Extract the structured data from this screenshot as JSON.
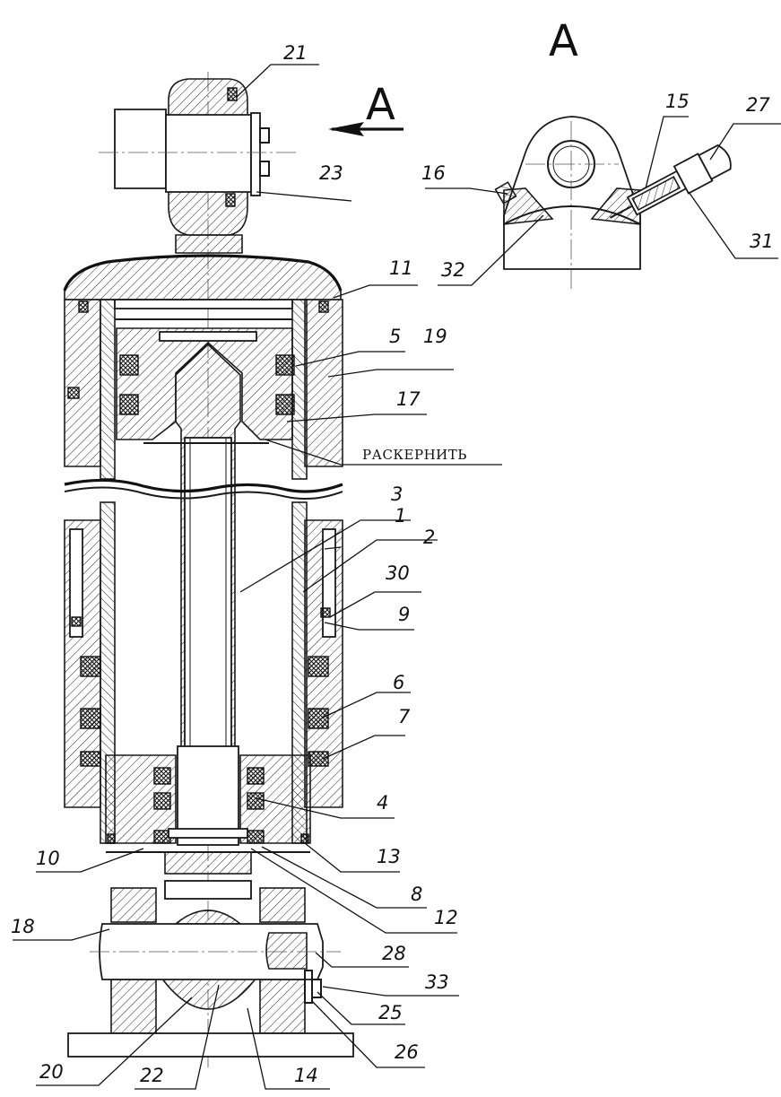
{
  "view_labels": {
    "section_arrow": "A",
    "detail_view": "A"
  },
  "note": "РАСКЕРНИТЬ",
  "callouts": [
    {
      "id": "c21",
      "text": "21"
    },
    {
      "id": "c23",
      "text": "23"
    },
    {
      "id": "c11",
      "text": "11"
    },
    {
      "id": "c5",
      "text": "5"
    },
    {
      "id": "c19",
      "text": "19"
    },
    {
      "id": "c17",
      "text": "17"
    },
    {
      "id": "c3",
      "text": "3"
    },
    {
      "id": "c1",
      "text": "1"
    },
    {
      "id": "c2",
      "text": "2"
    },
    {
      "id": "c30",
      "text": "30"
    },
    {
      "id": "c9",
      "text": "9"
    },
    {
      "id": "c6",
      "text": "6"
    },
    {
      "id": "c7",
      "text": "7"
    },
    {
      "id": "c4",
      "text": "4"
    },
    {
      "id": "c13",
      "text": "13"
    },
    {
      "id": "c8",
      "text": "8"
    },
    {
      "id": "c12",
      "text": "12"
    },
    {
      "id": "c10",
      "text": "10"
    },
    {
      "id": "c18",
      "text": "18"
    },
    {
      "id": "c28",
      "text": "28"
    },
    {
      "id": "c33",
      "text": "33"
    },
    {
      "id": "c25",
      "text": "25"
    },
    {
      "id": "c26",
      "text": "26"
    },
    {
      "id": "c20",
      "text": "20"
    },
    {
      "id": "c22",
      "text": "22"
    },
    {
      "id": "c14",
      "text": "14"
    },
    {
      "id": "c15",
      "text": "15"
    },
    {
      "id": "c27",
      "text": "27"
    },
    {
      "id": "c16",
      "text": "16"
    },
    {
      "id": "c32",
      "text": "32"
    },
    {
      "id": "c31",
      "text": "31"
    }
  ]
}
